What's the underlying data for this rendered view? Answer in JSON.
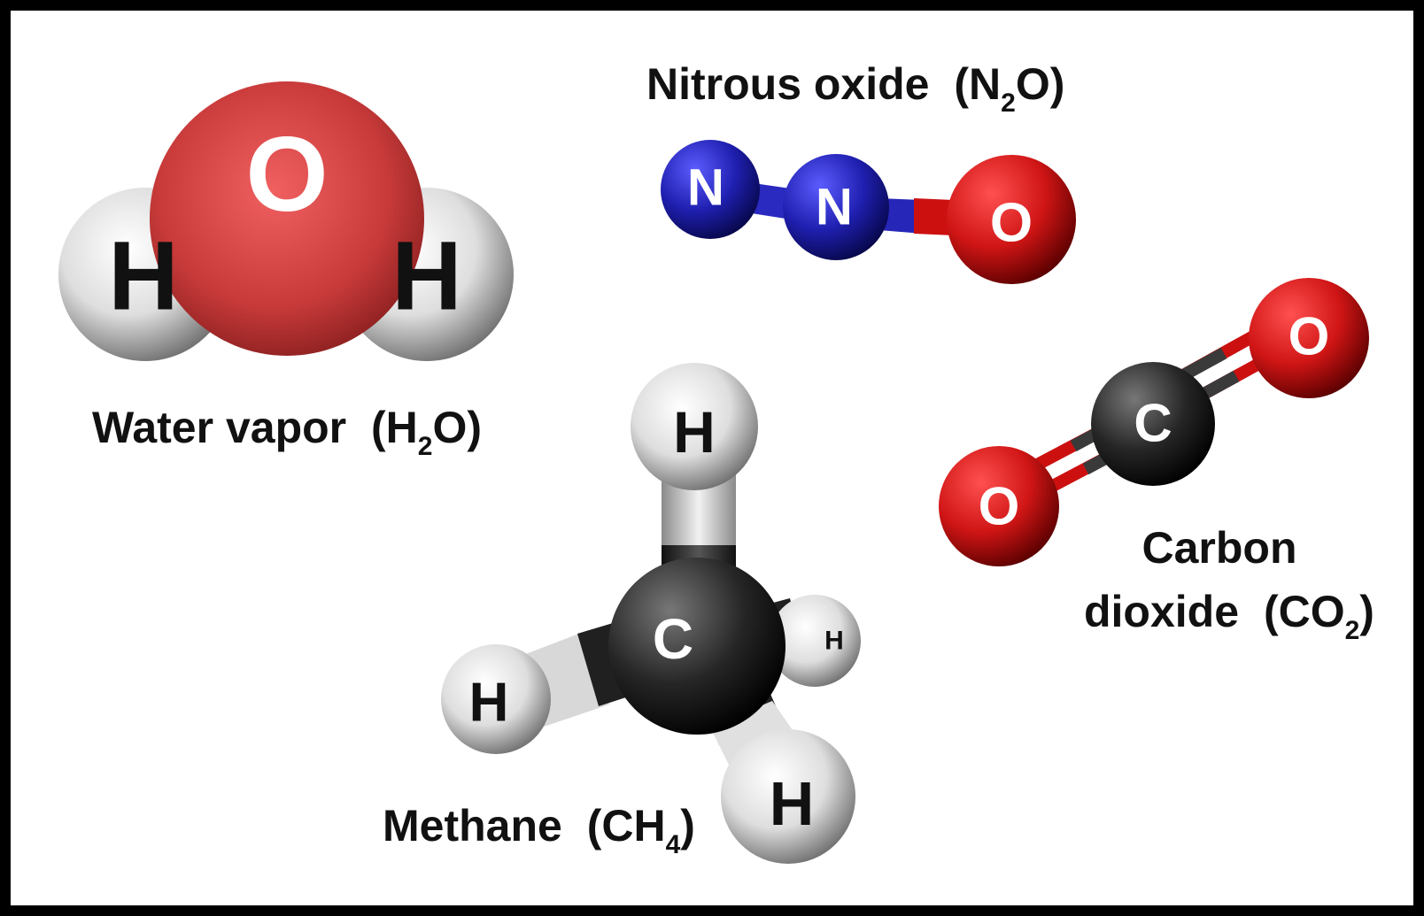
{
  "molecules": {
    "water": {
      "name": "Water vapor",
      "formula_prefix": "(H",
      "formula_sub": "2",
      "formula_suffix": "O)",
      "atoms": {
        "o": "O",
        "h_left": "H",
        "h_right": "H"
      }
    },
    "nitrous_oxide": {
      "name": "Nitrous oxide",
      "formula_prefix": "(N",
      "formula_sub": "2",
      "formula_suffix": "O)",
      "atoms": {
        "n1": "N",
        "n2": "N",
        "o": "O"
      }
    },
    "carbon_dioxide": {
      "name_line1": "Carbon",
      "name_line2": "dioxide",
      "formula_prefix": "(CO",
      "formula_sub": "2",
      "formula_suffix": ")",
      "atoms": {
        "c": "C",
        "o_top": "O",
        "o_bottom": "O"
      }
    },
    "methane": {
      "name": "Methane",
      "formula_prefix": "(CH",
      "formula_sub": "4",
      "formula_suffix": ")",
      "atoms": {
        "c": "C",
        "h_top": "H",
        "h_left": "H",
        "h_right": "H",
        "h_bottom": "H"
      }
    }
  },
  "colors": {
    "oxygen": "#cc1111",
    "nitrogen": "#1a1aa0",
    "carbon": "#1c1c1c",
    "hydrogen": "#e6e6e6",
    "background": "#ffffff",
    "frame": "#000000"
  }
}
